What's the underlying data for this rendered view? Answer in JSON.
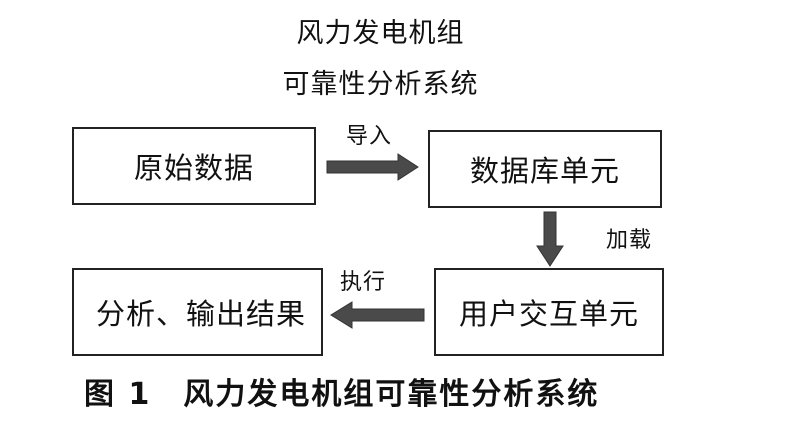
{
  "title": {
    "line1": "风力发电机组",
    "line2": "可靠性分析系统"
  },
  "nodes": {
    "raw_data": "原始数据",
    "database_unit": "数据库单元",
    "user_interaction_unit": "用户交互单元",
    "analysis_output": "分析、输出结果"
  },
  "edges": {
    "import": "导入",
    "load": "加载",
    "execute": "执行"
  },
  "caption": {
    "figure_number": "图 1",
    "text": "风力发电机组可靠性分析系统"
  },
  "colors": {
    "arrow_fill": "#4a4a4a",
    "border": "#222222"
  }
}
